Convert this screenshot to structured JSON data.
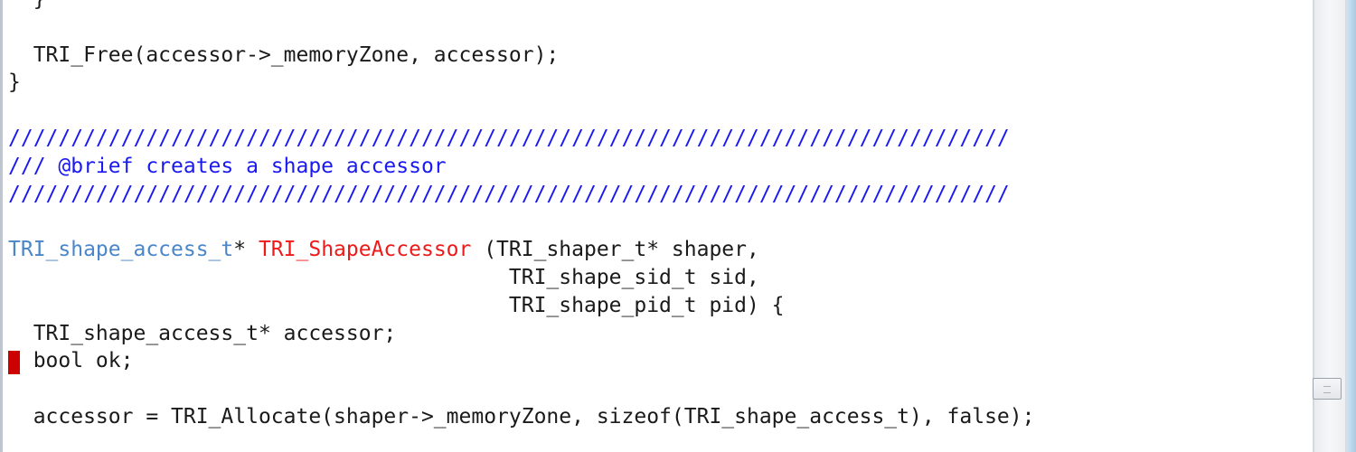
{
  "editor": {
    "lines": [
      {
        "parts": [
          {
            "text": "  }",
            "kind": "plain"
          }
        ]
      },
      {
        "parts": [
          {
            "text": "",
            "kind": "plain"
          }
        ]
      },
      {
        "parts": [
          {
            "text": "  TRI_Free(accessor->_memoryZone, accessor);",
            "kind": "plain"
          }
        ]
      },
      {
        "parts": [
          {
            "text": "}",
            "kind": "plain"
          }
        ]
      },
      {
        "parts": [
          {
            "text": "",
            "kind": "plain"
          }
        ]
      },
      {
        "parts": [
          {
            "text": "////////////////////////////////////////////////////////////////////////////////",
            "kind": "comment"
          }
        ]
      },
      {
        "parts": [
          {
            "text": "/// @brief creates a shape accessor",
            "kind": "comment"
          }
        ]
      },
      {
        "parts": [
          {
            "text": "////////////////////////////////////////////////////////////////////////////////",
            "kind": "comment"
          }
        ]
      },
      {
        "parts": [
          {
            "text": "",
            "kind": "plain"
          }
        ]
      },
      {
        "parts": [
          {
            "text": "TRI_shape_access_t",
            "kind": "type"
          },
          {
            "text": "* ",
            "kind": "plain"
          },
          {
            "text": "TRI_ShapeAccessor",
            "kind": "fname"
          },
          {
            "text": " (TRI_shaper_t* shaper,",
            "kind": "plain"
          }
        ]
      },
      {
        "parts": [
          {
            "text": "                                        TRI_shape_sid_t sid,",
            "kind": "plain"
          }
        ]
      },
      {
        "parts": [
          {
            "text": "                                        TRI_shape_pid_t pid) {",
            "kind": "plain"
          }
        ]
      },
      {
        "parts": [
          {
            "text": "  TRI_shape_access_t* accessor;",
            "kind": "plain"
          }
        ]
      },
      {
        "parts": [
          {
            "text": "  bool ok;",
            "kind": "plain"
          }
        ],
        "marker": true
      },
      {
        "parts": [
          {
            "text": "",
            "kind": "plain"
          }
        ]
      },
      {
        "parts": [
          {
            "text": "  accessor = TRI_Allocate(shaper->_memoryZone, sizeof(TRI_shape_access_t), false);",
            "kind": "plain"
          }
        ]
      }
    ]
  },
  "colors": {
    "comment": "#1a1af0",
    "type": "#4a86c8",
    "function_name": "#ee1a1a",
    "plain": "#1a1a1a",
    "marker": "#cc0000"
  }
}
